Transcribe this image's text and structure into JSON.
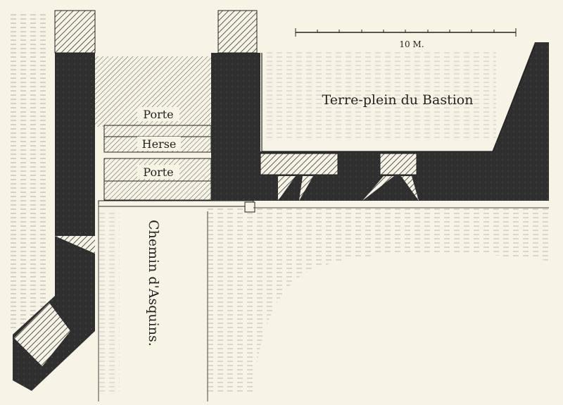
{
  "labels": {
    "gate_top": "Porte",
    "portcullis": "Herse",
    "gate_bottom": "Porte",
    "bastion": "Terre-plein du Bastion",
    "road": "Chemin d'Asquins.",
    "scale": "10 M."
  },
  "colors": {
    "paper": "#f7f4e6",
    "wall": "#2f2f2f",
    "ink": "#222222"
  }
}
